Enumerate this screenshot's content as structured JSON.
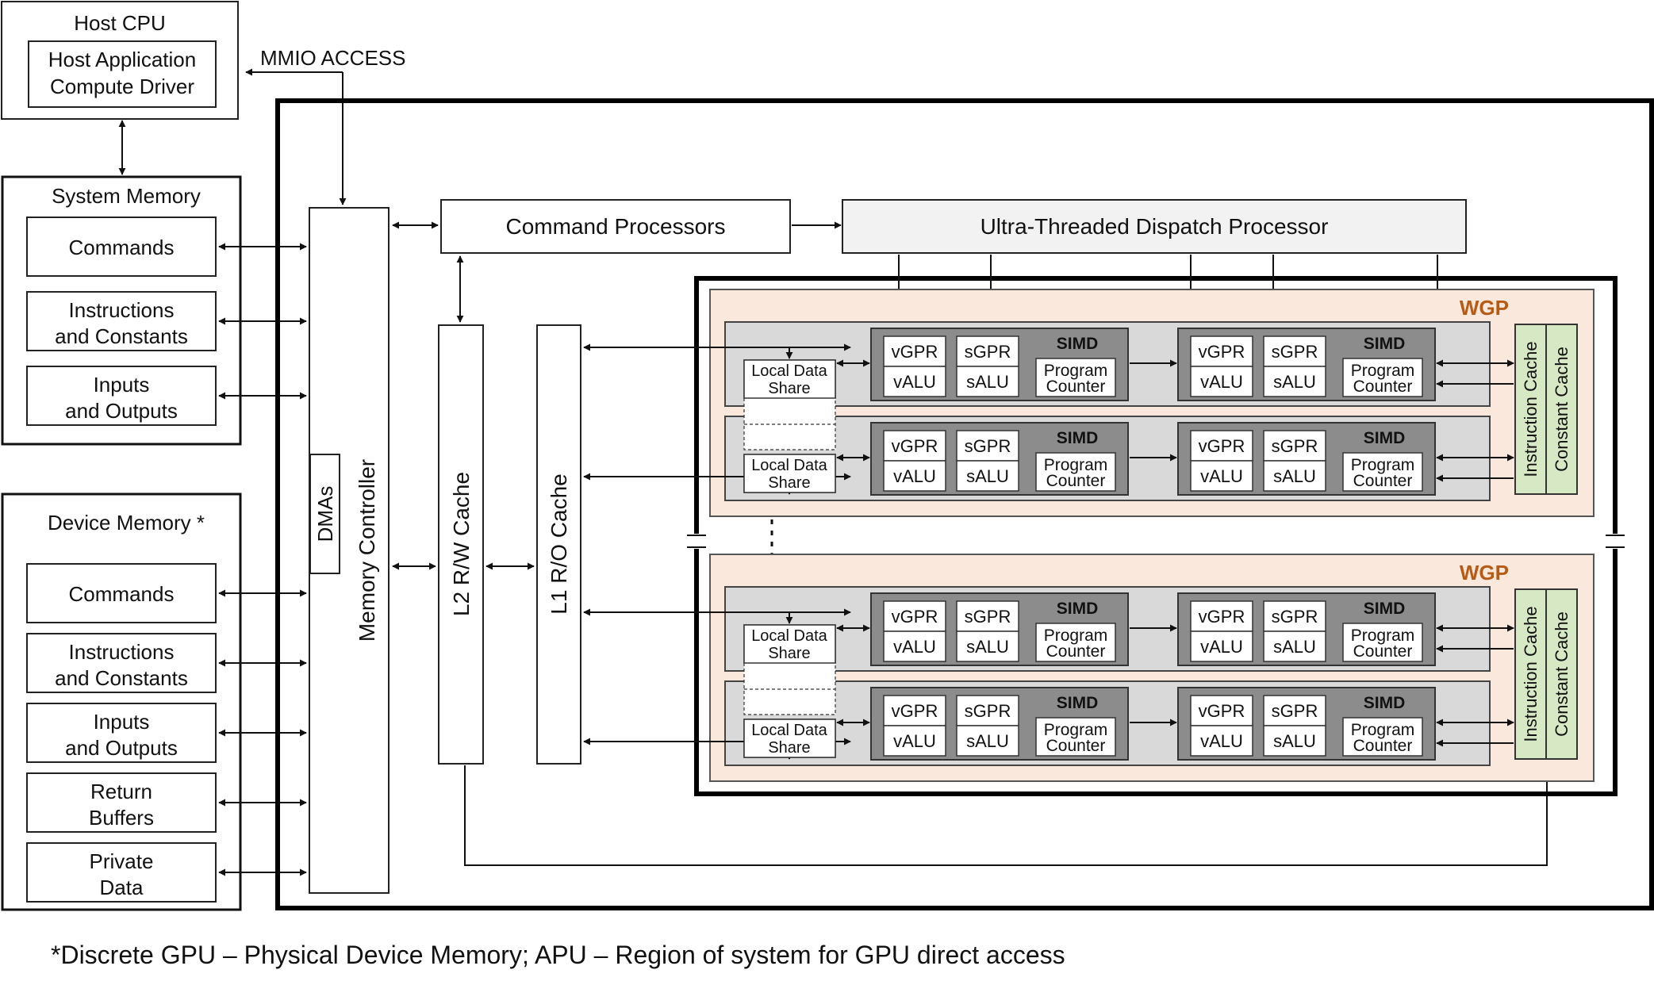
{
  "host": {
    "title": "Host CPU",
    "app_line1": "Host Application",
    "app_line2": "Compute Driver",
    "mmio": "MMIO ACCESS"
  },
  "system_memory": {
    "title": "System Memory",
    "items": [
      {
        "line1": "Commands",
        "line2": ""
      },
      {
        "line1": "Instructions",
        "line2": "and Constants"
      },
      {
        "line1": "Inputs",
        "line2": "and Outputs"
      }
    ]
  },
  "device_memory": {
    "title": "Device Memory *",
    "items": [
      {
        "line1": "Commands",
        "line2": ""
      },
      {
        "line1": "Instructions",
        "line2": "and Constants"
      },
      {
        "line1": "Inputs",
        "line2": "and Outputs"
      },
      {
        "line1": "Return",
        "line2": "Buffers"
      },
      {
        "line1": "Private",
        "line2": "Data"
      }
    ]
  },
  "gpu": {
    "memory_controller": "Memory Controller",
    "dmas": "DMAs",
    "l2_cache": "L2 R/W Cache",
    "l1_cache": "L1 R/O Cache",
    "command_processors": "Command Processors",
    "dispatch_processor": "Ultra-Threaded Dispatch Processor",
    "wgp_label": "WGP",
    "lds_line1": "Local Data",
    "lds_line2": "Share",
    "simd": {
      "title": "SIMD",
      "vgpr": "vGPR",
      "sgpr": "sGPR",
      "valu": "vALU",
      "salu": "sALU",
      "pc_line1": "Program",
      "pc_line2": "Counter"
    },
    "instruction_cache": "Instruction Cache",
    "constant_cache": "Constant Cache"
  },
  "colors": {
    "wgp_fill": "#fbe8dc",
    "wgp_label": "#b75a14",
    "cu_fill": "#d9d9d9",
    "simd_fill": "#8c8c8c",
    "cache_fill": "#d7e8c4",
    "dispatch_fill": "#f2f2f2"
  },
  "footnote": "*Discrete GPU – Physical Device Memory; APU – Region of system for GPU direct access"
}
